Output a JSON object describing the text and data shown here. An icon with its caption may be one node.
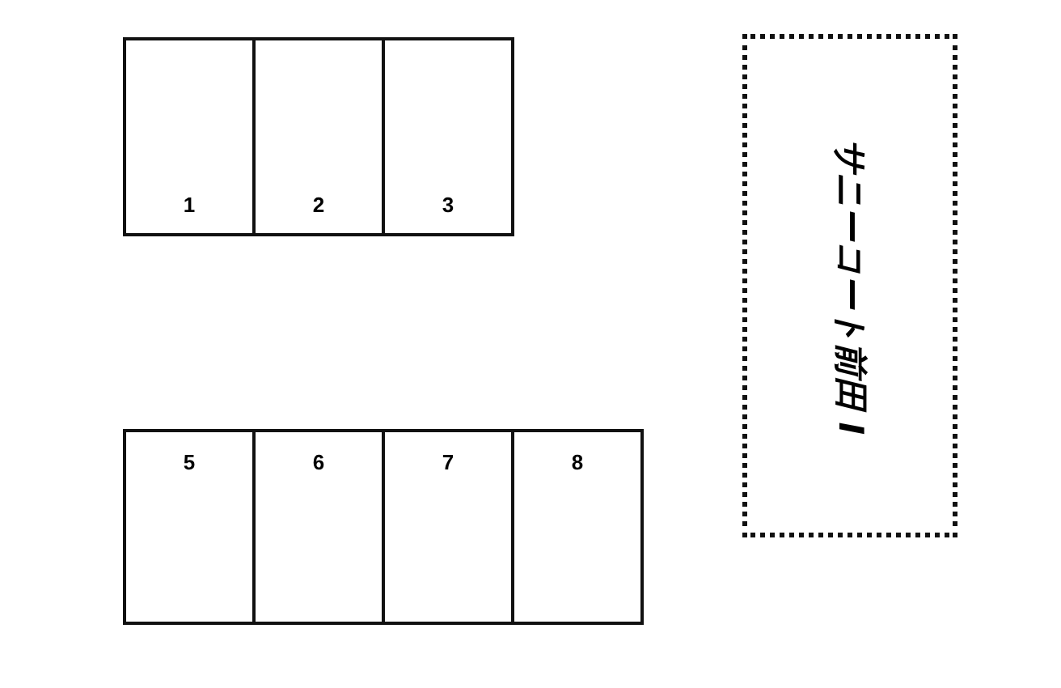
{
  "diagram": {
    "nodes": [
      {
        "text": [
          "1"
        ]
      },
      {
        "text": [
          "2"
        ]
      },
      {
        "text": [
          "3"
        ]
      },
      {
        "text": [
          "5"
        ]
      },
      {
        "text": [
          "6"
        ]
      },
      {
        "text": [
          "7"
        ]
      },
      {
        "text": [
          "8"
        ]
      },
      {
        "text": [
          "サニーコート前田 I"
        ]
      }
    ]
  }
}
